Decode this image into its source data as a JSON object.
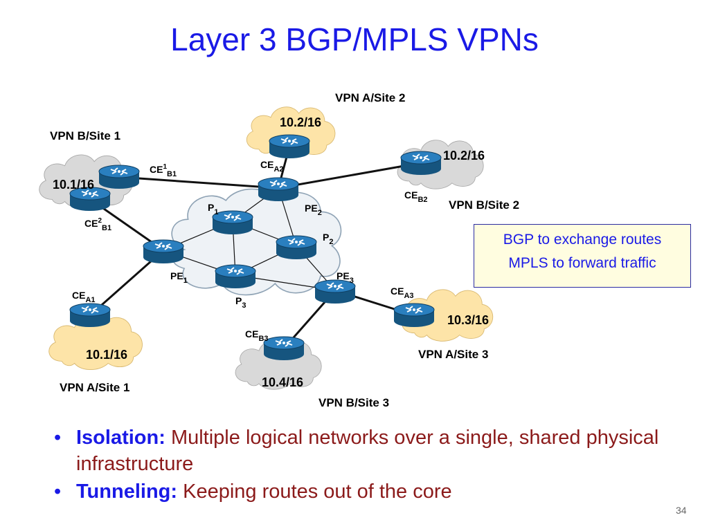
{
  "slide": {
    "title": "Layer 3 BGP/MPLS VPNs",
    "page_number": "34"
  },
  "legend": {
    "line1": "BGP to exchange routes",
    "line2": "MPLS to forward traffic"
  },
  "sites": {
    "a1": {
      "name": "VPN A/Site 1",
      "prefix": "10.1/16"
    },
    "a2": {
      "name": "VPN A/Site 2",
      "prefix": "10.2/16"
    },
    "a3": {
      "name": "VPN A/Site 3",
      "prefix": "10.3/16"
    },
    "b1": {
      "name": "VPN B/Site 1",
      "prefix": "10.1/16"
    },
    "b2": {
      "name": "VPN B/Site 2",
      "prefix": "10.2/16"
    },
    "b3": {
      "name": "VPN B/Site 3",
      "prefix": "10.4/16"
    }
  },
  "routers": {
    "ce_a1": {
      "base": "CE",
      "sub": "A1"
    },
    "ce_a2": {
      "base": "CE",
      "sub": "A2"
    },
    "ce_a3": {
      "base": "CE",
      "sub": "A3"
    },
    "ce1_b1": {
      "base": "CE",
      "sup": "1",
      "sub": "B1"
    },
    "ce2_b1": {
      "base": "CE",
      "sup": "2",
      "sub": "B1"
    },
    "ce_b2": {
      "base": "CE",
      "sub": "B2"
    },
    "ce_b3": {
      "base": "CE",
      "sub": "B3"
    },
    "pe1": {
      "base": "PE",
      "sub": "1"
    },
    "pe2": {
      "base": "PE",
      "sub": "2"
    },
    "pe3": {
      "base": "PE",
      "sub": "3"
    },
    "p1": {
      "base": "P",
      "sub": "1"
    },
    "p2": {
      "base": "P",
      "sub": "2"
    },
    "p3": {
      "base": "P",
      "sub": "3"
    }
  },
  "bullets": [
    {
      "term": "Isolation:",
      "text": "Multiple logical networks over a single, shared physical infrastructure"
    },
    {
      "term": "Tunneling:",
      "text": "Keeping routes out of the core"
    }
  ],
  "colors": {
    "title": "#1a1ae6",
    "site_cloud_orange": "#fde4a8",
    "site_cloud_gray": "#d9d9d9",
    "router": "#1f6fa8",
    "bullet_text": "#8b1a1a"
  },
  "icons": {
    "router": "router-icon",
    "cloud": "cloud-icon"
  }
}
